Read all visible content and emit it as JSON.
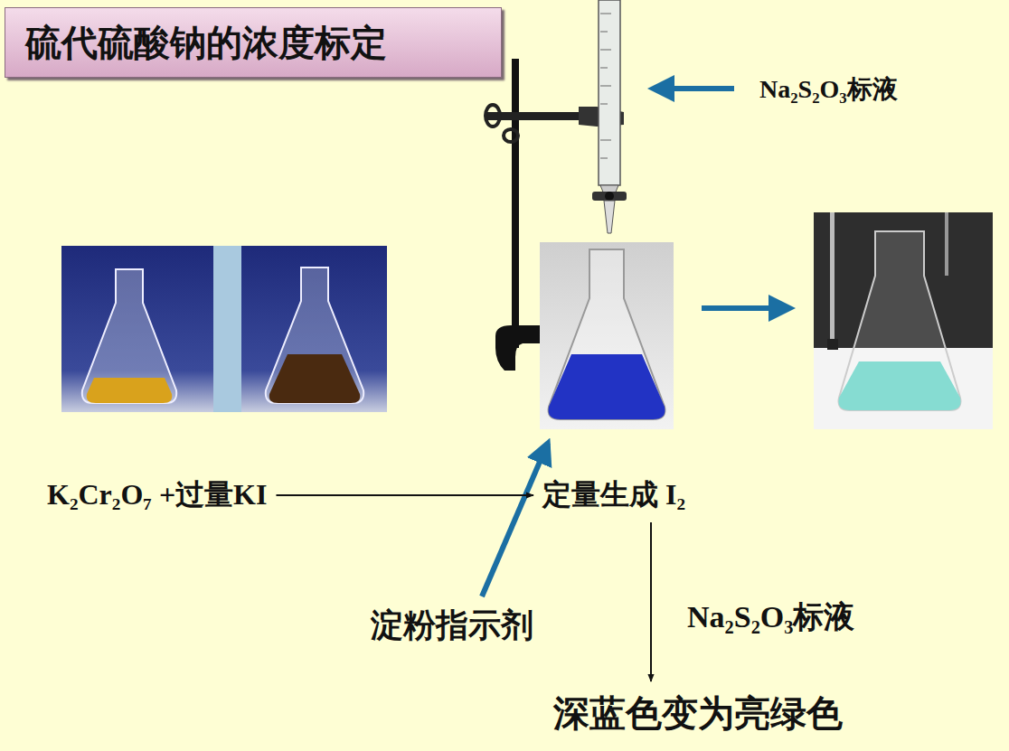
{
  "diagram": {
    "title": "硫代硫酸钠的浓度标定",
    "nodes": [
      {
        "text": [
          "K₂Cr₂O₇ +过量KI"
        ]
      },
      {
        "text": [
          "定量生成 I₂"
        ]
      },
      {
        "text": [
          "深蓝色变为亮绿色"
        ]
      }
    ],
    "edges": [
      {
        "from": 0,
        "to": 1,
        "arrow": "to"
      },
      {
        "from": 1,
        "to": 2,
        "label": "Na₂S₂O₃标液",
        "arrow": "to"
      }
    ],
    "labels": [
      "Na₂S₂O₃标液",
      "淀粉指示剂"
    ]
  }
}
